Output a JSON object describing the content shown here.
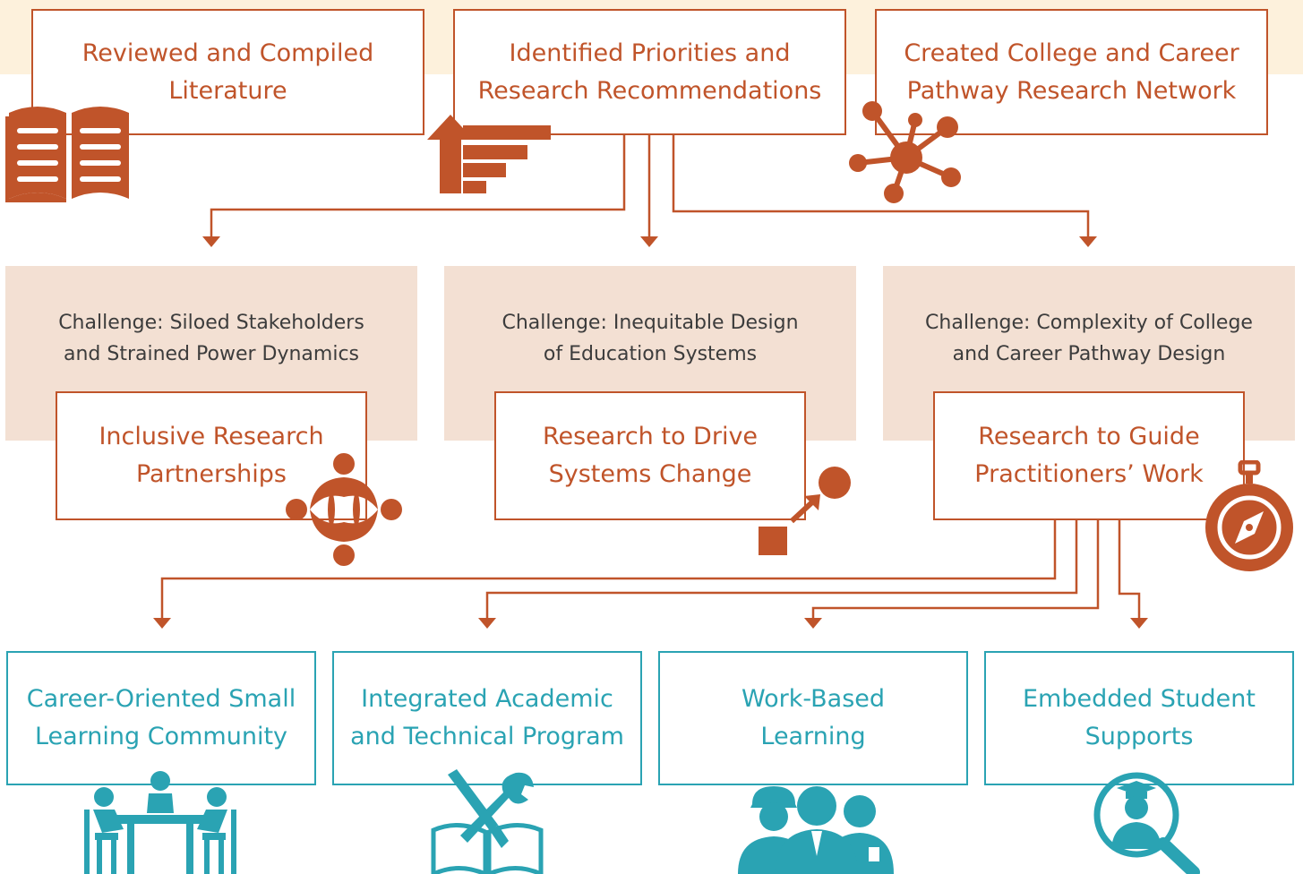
{
  "colors": {
    "accent": "#c0542a",
    "teal": "#2aa3b3",
    "panel": "#f3e0d3",
    "band": "#fdf1dc",
    "text": "#3c3c3c"
  },
  "top_boxes": [
    {
      "label": "Reviewed and Compiled\nLiterature",
      "icon": "open-book-icon"
    },
    {
      "label": "Identified Priorities and\nResearch Recommendations",
      "icon": "priority-bars-icon"
    },
    {
      "label": "Created College and Career\nPathway Research Network",
      "icon": "network-icon"
    }
  ],
  "middle_columns": [
    {
      "challenge": "Challenge: Siloed Stakeholders\nand Strained Power Dynamics",
      "label": "Inclusive Research\nPartnerships",
      "icon": "partnership-circle-icon"
    },
    {
      "challenge": "Challenge: Inequitable Design\nof Education Systems",
      "label": "Research to Drive\nSystems Change",
      "icon": "change-arrow-icon"
    },
    {
      "challenge": "Challenge: Complexity of College\nand Career Pathway Design",
      "label": "Research to Guide\nPractitioners’ Work",
      "icon": "compass-icon"
    }
  ],
  "bottom_boxes": [
    {
      "label": "Career-Oriented Small\nLearning Community",
      "icon": "meeting-table-icon"
    },
    {
      "label": "Integrated Academic\nand Technical Program",
      "icon": "tools-book-icon"
    },
    {
      "label": "Work-Based\nLearning",
      "icon": "workers-icon"
    },
    {
      "label": "Embedded Student\nSupports",
      "icon": "magnifier-graduate-icon"
    }
  ]
}
